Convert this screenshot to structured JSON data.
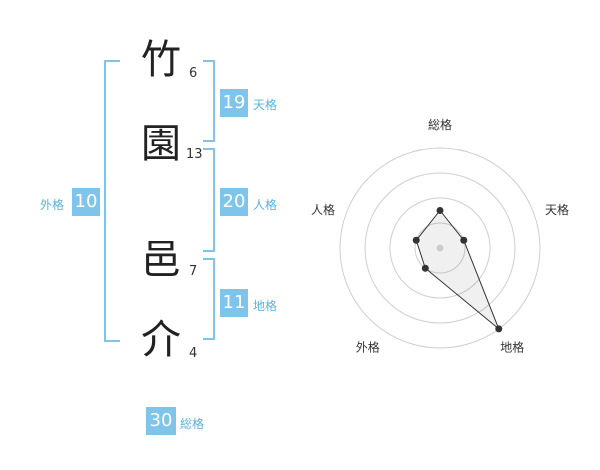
{
  "name_chars": [
    {
      "char": "竹",
      "strokes": "6"
    },
    {
      "char": "園",
      "strokes": "13"
    },
    {
      "char": "邑",
      "strokes": "7"
    },
    {
      "char": "介",
      "strokes": "4"
    }
  ],
  "fortunes": {
    "tenkaku": {
      "value": "19",
      "label": "天格"
    },
    "jinkaku": {
      "value": "20",
      "label": "人格"
    },
    "chikaku": {
      "value": "11",
      "label": "地格"
    },
    "gaikaku": {
      "value": "10",
      "label": "外格"
    },
    "soukaku": {
      "value": "30",
      "label": "総格"
    }
  },
  "colors": {
    "accent": "#7fc4ea",
    "label": "#5ab2e0"
  },
  "chart_data": {
    "type": "radar",
    "axes": [
      "総格",
      "天格",
      "地格",
      "外格",
      "人格"
    ],
    "rings": 4,
    "values": [
      1.5,
      1,
      4,
      1,
      1
    ],
    "max": 4
  }
}
